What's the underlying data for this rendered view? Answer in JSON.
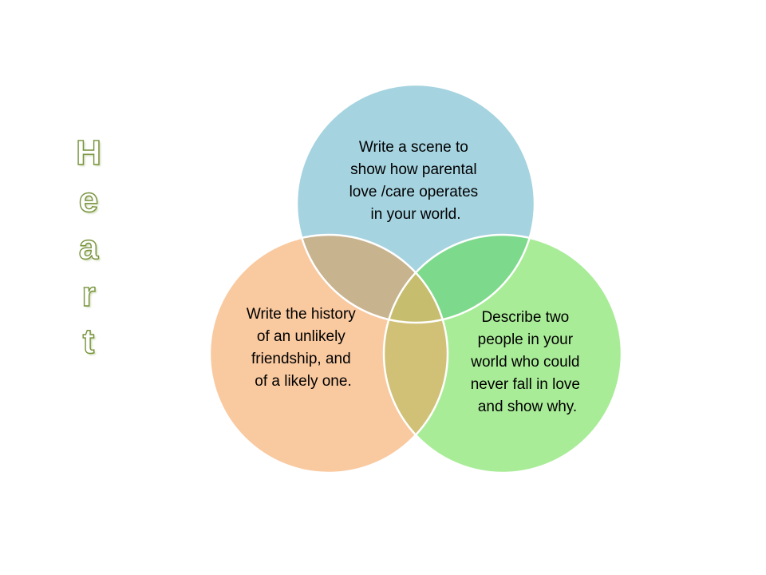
{
  "title": "Heart",
  "title_letters": [
    "H",
    "e",
    "a",
    "r",
    "t"
  ],
  "colors": {
    "title_outline": "#77933c",
    "circle_top": "#a5d3e0",
    "circle_left": "#f9c9a0",
    "circle_right": "#a9ec98",
    "overlap_top_left": "#c8b38f",
    "overlap_top_right": "#7dd98c",
    "overlap_left_right": "#d0c177",
    "overlap_center": "#c7bd6e"
  },
  "circles": {
    "top": {
      "lines": [
        "Write a scene to",
        "show how parental",
        "love /care operates",
        "in your world."
      ]
    },
    "left": {
      "lines": [
        "Write the history",
        "of an unlikely",
        "friendship, and",
        "of a likely one."
      ]
    },
    "right": {
      "lines": [
        "Describe two",
        "people in your",
        "world who could",
        "never fall in love",
        "and show why."
      ]
    }
  }
}
